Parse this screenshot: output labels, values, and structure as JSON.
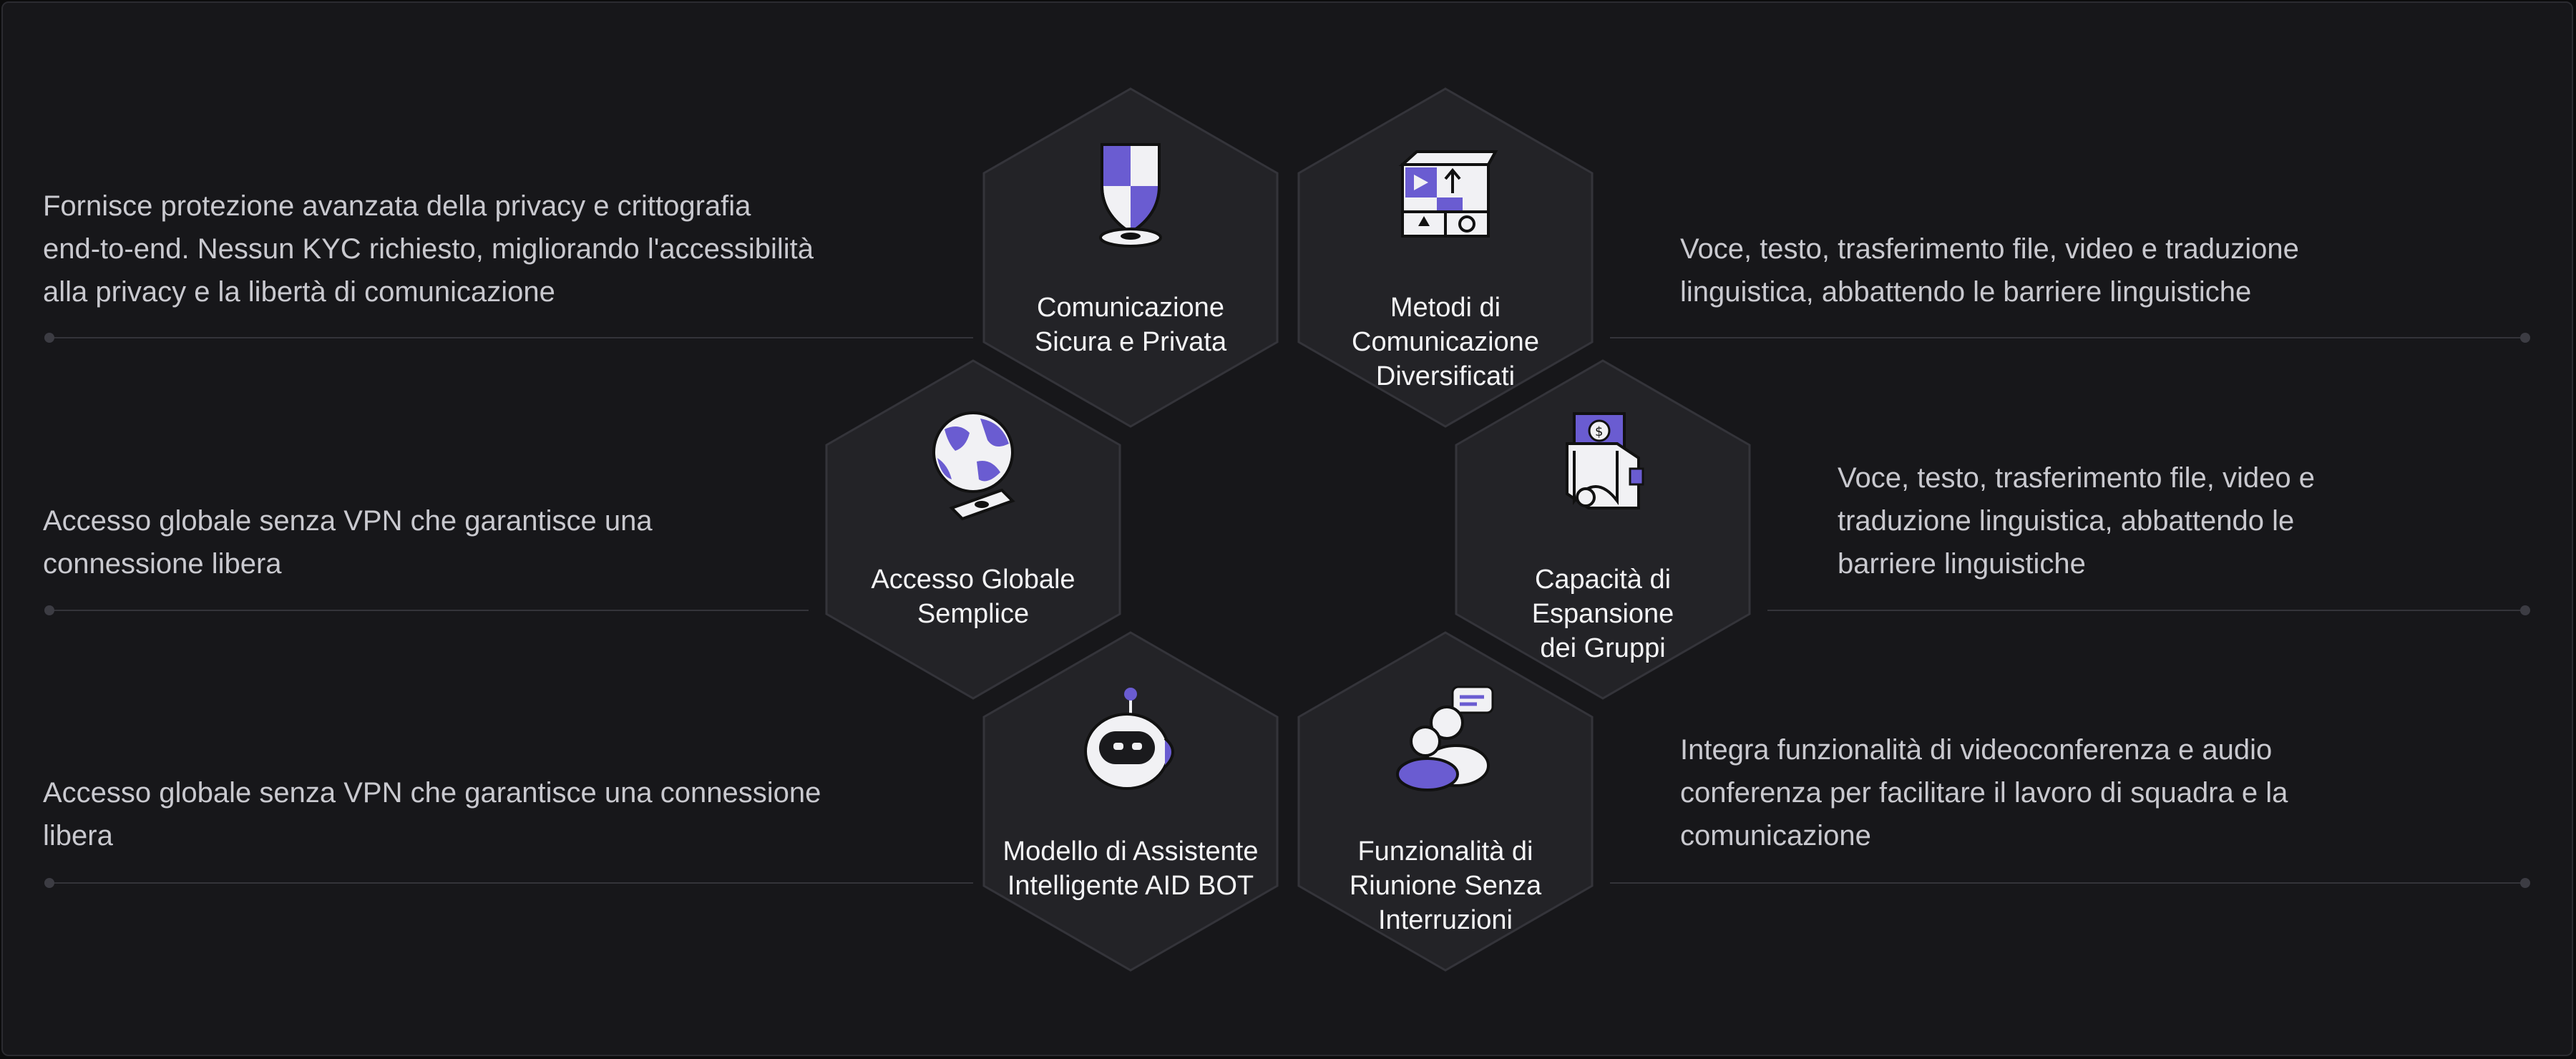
{
  "colors": {
    "background": "#17171a",
    "hex_fill": "#232327",
    "hex_border": "#34343a",
    "accent": "#6a5cd1",
    "text": "#c9c9cf",
    "title": "#f4f4f6"
  },
  "features": [
    {
      "title_lines": [
        "Comunicazione",
        "Sicura e Privata"
      ],
      "icon": "shield-icon",
      "description_lines": [
        "Fornisce protezione avanzata della privacy e crittografia",
        "end-to-end. Nessun KYC richiesto, migliorando l'accessibilità",
        "alla privacy e la libertà di comunicazione"
      ]
    },
    {
      "title_lines": [
        "Metodi di",
        "Comunicazione",
        "Diversificati"
      ],
      "icon": "media-cube-icon",
      "description_lines": [
        "Voce, testo, trasferimento file, video e traduzione",
        "linguistica, abbattendo le barriere linguistiche"
      ]
    },
    {
      "title_lines": [
        "Accesso Globale",
        "Semplice"
      ],
      "icon": "globe-icon",
      "description_lines": [
        "Accesso globale senza VPN che garantisce una",
        "connessione libera"
      ]
    },
    {
      "title_lines": [
        "Capacità di",
        "Espansione",
        "dei Gruppi"
      ],
      "icon": "wallet-icon",
      "description_lines": [
        "Voce, testo, trasferimento file, video e",
        "traduzione linguistica, abbattendo le",
        "barriere linguistiche"
      ]
    },
    {
      "title_lines": [
        "Modello di Assistente",
        "Intelligente AID BOT"
      ],
      "icon": "robot-icon",
      "description_lines": [
        "Accesso globale senza VPN che garantisce una connessione",
        "libera"
      ]
    },
    {
      "title_lines": [
        "Funzionalità di",
        "Riunione Senza",
        "Interruzioni"
      ],
      "icon": "meeting-users-icon",
      "description_lines": [
        "Integra funzionalità di videoconferenza e audio",
        "conferenza per facilitare il lavoro di squadra e la",
        "comunicazione"
      ]
    }
  ]
}
